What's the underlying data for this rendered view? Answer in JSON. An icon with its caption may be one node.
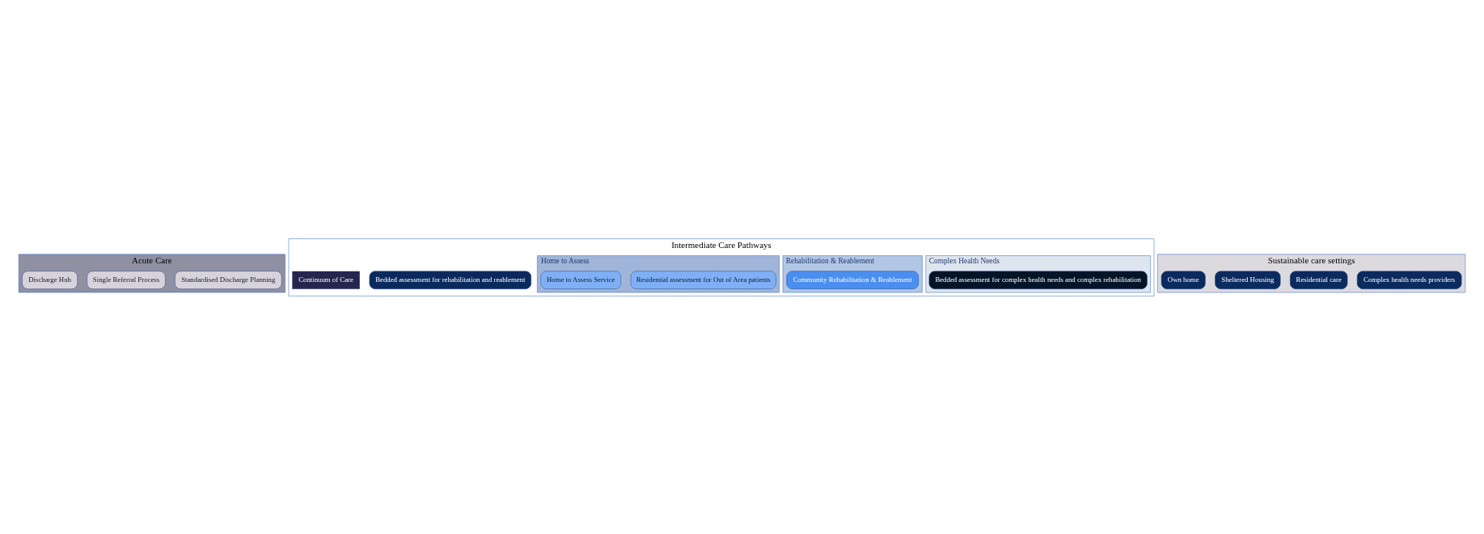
{
  "diagram": {
    "nodes": [
      {
        "text": [
          "Acute Care"
        ]
      },
      {
        "text": [
          "Standardised Discharge Planning"
        ],
        "in": 0
      },
      {
        "text": [
          "Single Referral Process"
        ],
        "in": 0
      },
      {
        "text": [
          "Discharge Hub"
        ],
        "in": 0
      },
      {
        "text": [
          "Intermediate Care Pathways"
        ]
      },
      {
        "text": [
          "Complex Health Needs"
        ],
        "in": 4
      },
      {
        "text": [
          "Bedded assessment for complex health needs and complex rehabilitation"
        ],
        "in": 5
      },
      {
        "text": [
          "Bedded assessment for rehabilitation and reablement"
        ],
        "in": 4
      },
      {
        "text": [
          "Rehabilitation & Reablement"
        ],
        "in": 4
      },
      {
        "text": [
          "Community Rehabilitation & Reablement"
        ],
        "in": 8
      },
      {
        "text": [
          "Home to Assess"
        ],
        "in": 4
      },
      {
        "text": [
          "Residential assessment for Out of Area patients"
        ],
        "in": 10
      },
      {
        "text": [
          "Home to Assess Service"
        ],
        "in": 10
      },
      {
        "text": [
          "Sustainable care settings"
        ]
      },
      {
        "text": [
          "Complex health needs providers"
        ],
        "in": 13
      },
      {
        "text": [
          "Residential care"
        ],
        "in": 13
      },
      {
        "text": [
          "Sheltered Housing"
        ],
        "in": 13
      },
      {
        "text": [
          "Own home"
        ],
        "in": 13
      }
    ],
    "labels": [
      "Continuum of Care"
    ]
  }
}
